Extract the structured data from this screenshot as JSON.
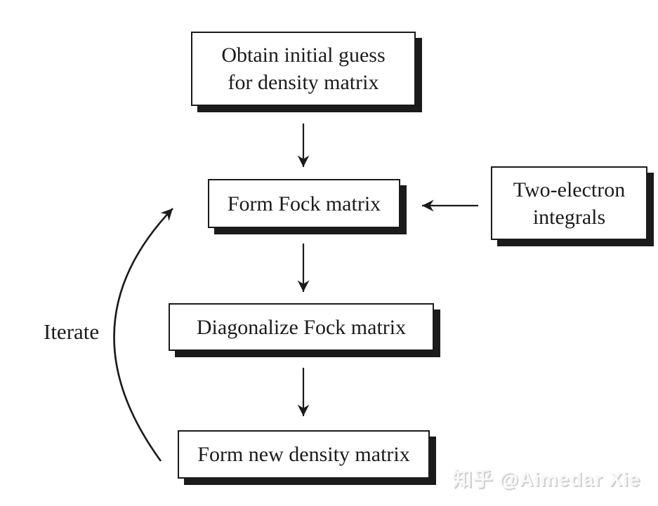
{
  "diagram_type": "flowchart",
  "topic": "SCF procedure flow diagram",
  "colors": {
    "ink": "#1b1b1b",
    "box_fill": "#ffffff",
    "box_shadow": "#1b1b1b",
    "background": "#ffffff",
    "watermark_text": "#f7f7f7",
    "watermark_shadow": "#cfcfcf"
  },
  "nodes": {
    "initial_guess": {
      "lines": [
        "Obtain initial guess",
        "for density matrix"
      ]
    },
    "form_fock": {
      "lines": [
        "Form Fock matrix"
      ]
    },
    "two_electron": {
      "lines": [
        "Two-electron",
        "integrals"
      ]
    },
    "diagonalize": {
      "lines": [
        "Diagonalize Fock matrix"
      ]
    },
    "new_density": {
      "lines": [
        "Form new density matrix"
      ]
    }
  },
  "edges": [
    {
      "from": "initial_guess",
      "to": "form_fock",
      "style": "straight-down"
    },
    {
      "from": "two_electron",
      "to": "form_fock",
      "style": "straight-left"
    },
    {
      "from": "form_fock",
      "to": "diagonalize",
      "style": "straight-down"
    },
    {
      "from": "diagonalize",
      "to": "new_density",
      "style": "straight-down"
    },
    {
      "from": "new_density",
      "to": "form_fock",
      "style": "curved-left",
      "label": "Iterate"
    }
  ],
  "watermark": {
    "text": "知乎 @Aimedar Xie"
  }
}
